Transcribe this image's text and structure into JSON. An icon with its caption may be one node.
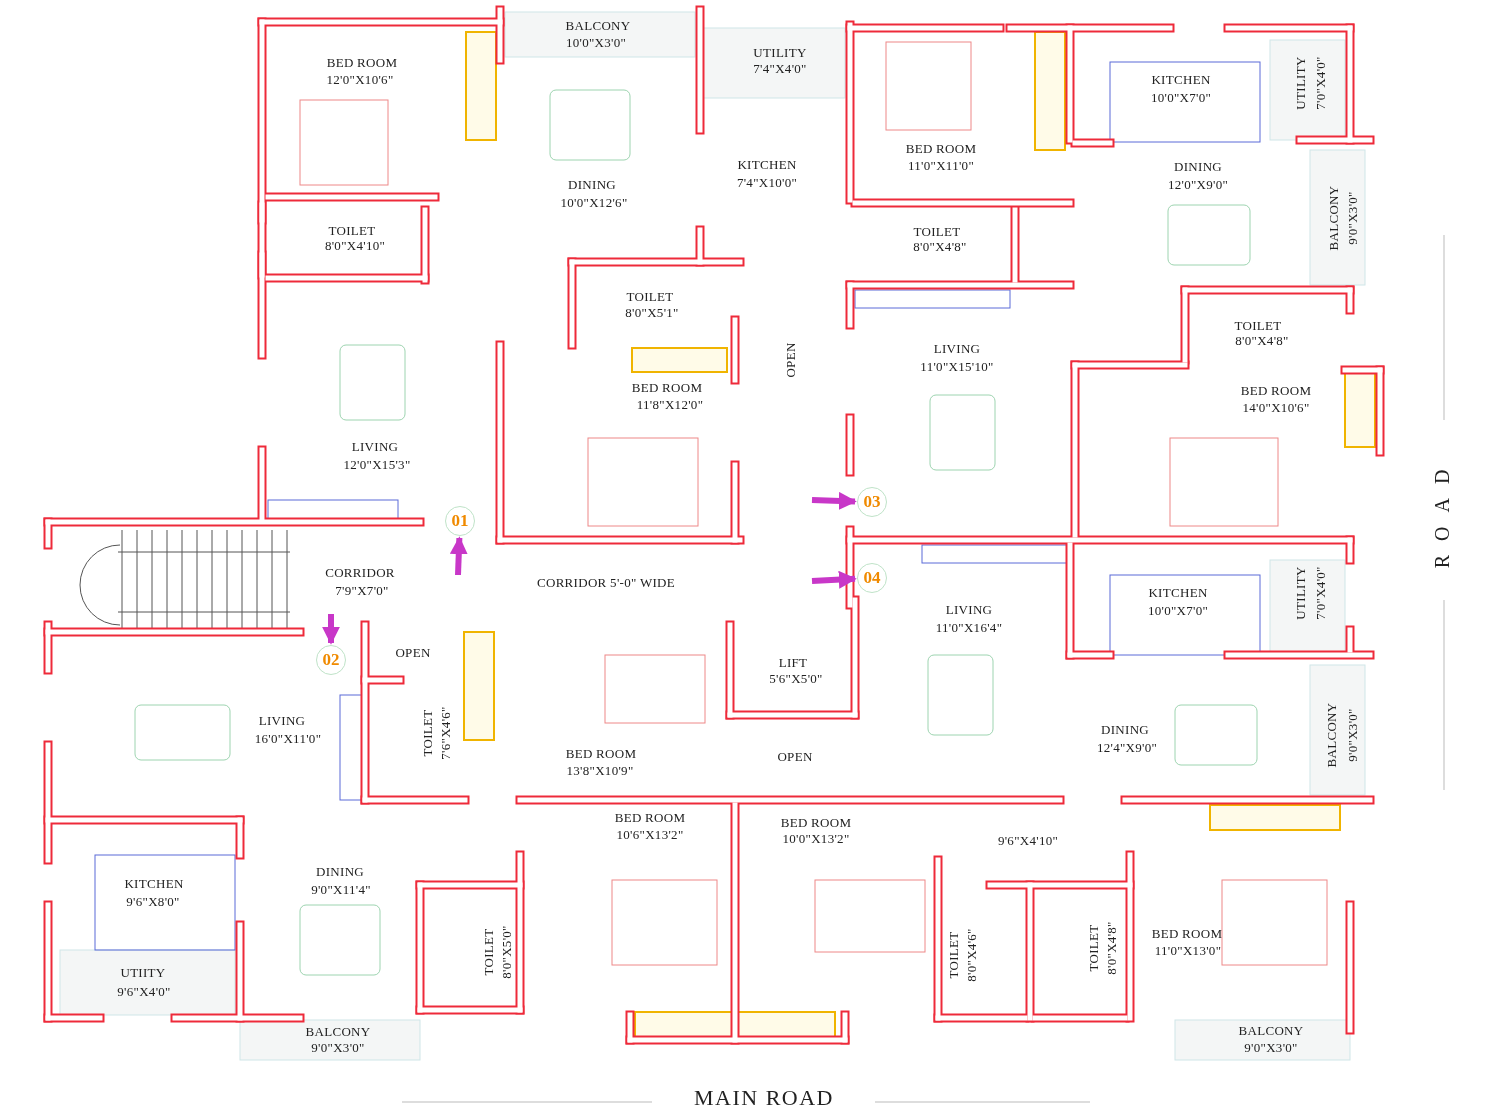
{
  "diagram": {
    "nodes": [
      {
        "text": [
          "01"
        ]
      },
      {
        "text": [
          "02"
        ]
      },
      {
        "text": [
          "03"
        ]
      },
      {
        "text": [
          "04"
        ]
      }
    ],
    "edges": [
      {
        "from": null,
        "to": 0,
        "arrow": "to"
      },
      {
        "from": null,
        "to": 1,
        "arrow": "to"
      },
      {
        "from": null,
        "to": 2,
        "arrow": "to"
      },
      {
        "from": null,
        "to": 3,
        "arrow": "to"
      }
    ],
    "labels": [
      "BALCONY",
      "10'0\"X3'0\"",
      "UTILITY",
      "7'4\"X4'0\"",
      "BED ROOM",
      "12'0\"X10'6\"",
      "KITCHEN",
      "10'0\"X7'0\"",
      "UTILITY",
      "7'0\"X4'0\"",
      "KITCHEN",
      "DINING",
      "7'4\"X10'0\"",
      "10'0\"X12'6\"",
      "BED ROOM",
      "11'0\"X11'0\"",
      "DINING",
      "12'0\"X9'0\"",
      "BALCONY",
      "9'0\"X3'0\"",
      "TOILET",
      "8'0\"X4'10\"",
      "TOILET",
      "8'0\"X4'8\"",
      "TOILET",
      "8'0\"X5'1\"",
      "TOILET",
      "8'0\"X4'8\"",
      "LIVING",
      "11'0\"X15'10\"",
      "OPEN",
      "BED ROOM",
      "11'8\"X12'0\"",
      "BED ROOM",
      "14'0\"X10'6\"",
      "LIVING",
      "12'0\"X15'3\"",
      "CORRIDOR",
      "7'9\"X7'0\"",
      "CORRIDOR 5'-0\" WIDE",
      "LIVING",
      "11'0\"X16'4\"",
      "KITCHEN",
      "10'0\"X7'0\"",
      "UTILITY",
      "7'0\"X4'0\"",
      "OPEN",
      "LIFT",
      "5'6\"X5'0\"",
      "TOILET",
      "7'6\"X4'6\"",
      "LIVING",
      "16'0\"X11'0\"",
      "BED ROOM",
      "13'8\"X10'9\"",
      "OPEN",
      "DINING",
      "12'4\"X9'0\"",
      "BALCONY",
      "9'0\"X3'0\"",
      "BED ROOM",
      "10'6\"X13'2\"",
      "BED ROOM",
      "10'0\"X13'2\"",
      "9'6\"X4'10\"",
      "DINING",
      "9'0\"X11'4\"",
      "KITCHEN",
      "9'6\"X8'0\"",
      "TOILET",
      "8'0\"X5'0\"",
      "BED ROOM",
      "11'0\"X13'0\"",
      "TOILET",
      "8'0\"X4'6\"",
      "TOILET",
      "8'0\"X4'8\"",
      "UTIITY",
      "9'6\"X4'0\"",
      "BALCONY",
      "9'0\"X3'0\"",
      "BALCONY",
      "9'0\"X3'0\"",
      "ROAD",
      "MAIN ROAD"
    ]
  }
}
